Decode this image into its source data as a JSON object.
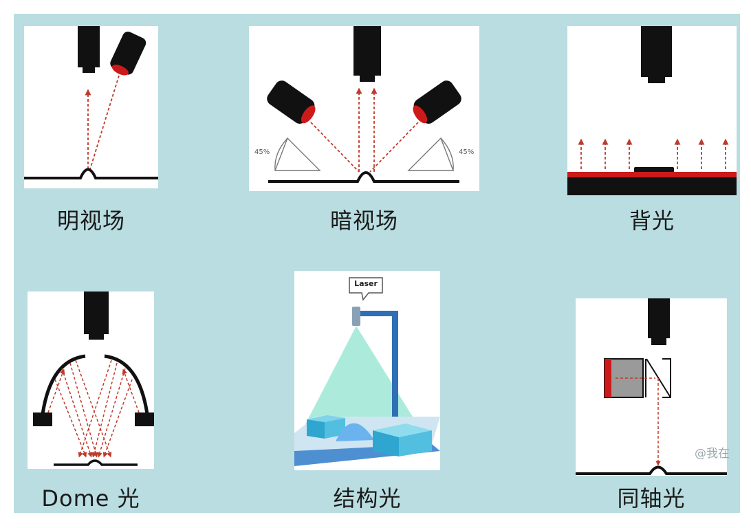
{
  "captions": {
    "bright_field": "明视场",
    "dark_field": "暗视场",
    "backlight": "背光",
    "dome": "Dome 光",
    "structured": "结构光",
    "coaxial": "同轴光"
  },
  "dark_field_angles": {
    "left": "45%",
    "right": "45%"
  },
  "structured_label": "Laser",
  "watermark": "@我在",
  "colors": {
    "frame_bg": "#b9dde0",
    "camera": "#111111",
    "light_red": "#cc1a1a",
    "ray": "#c0392b",
    "laser_beam": "#7fe0c8",
    "rig_blue": "#2f6fb5"
  }
}
